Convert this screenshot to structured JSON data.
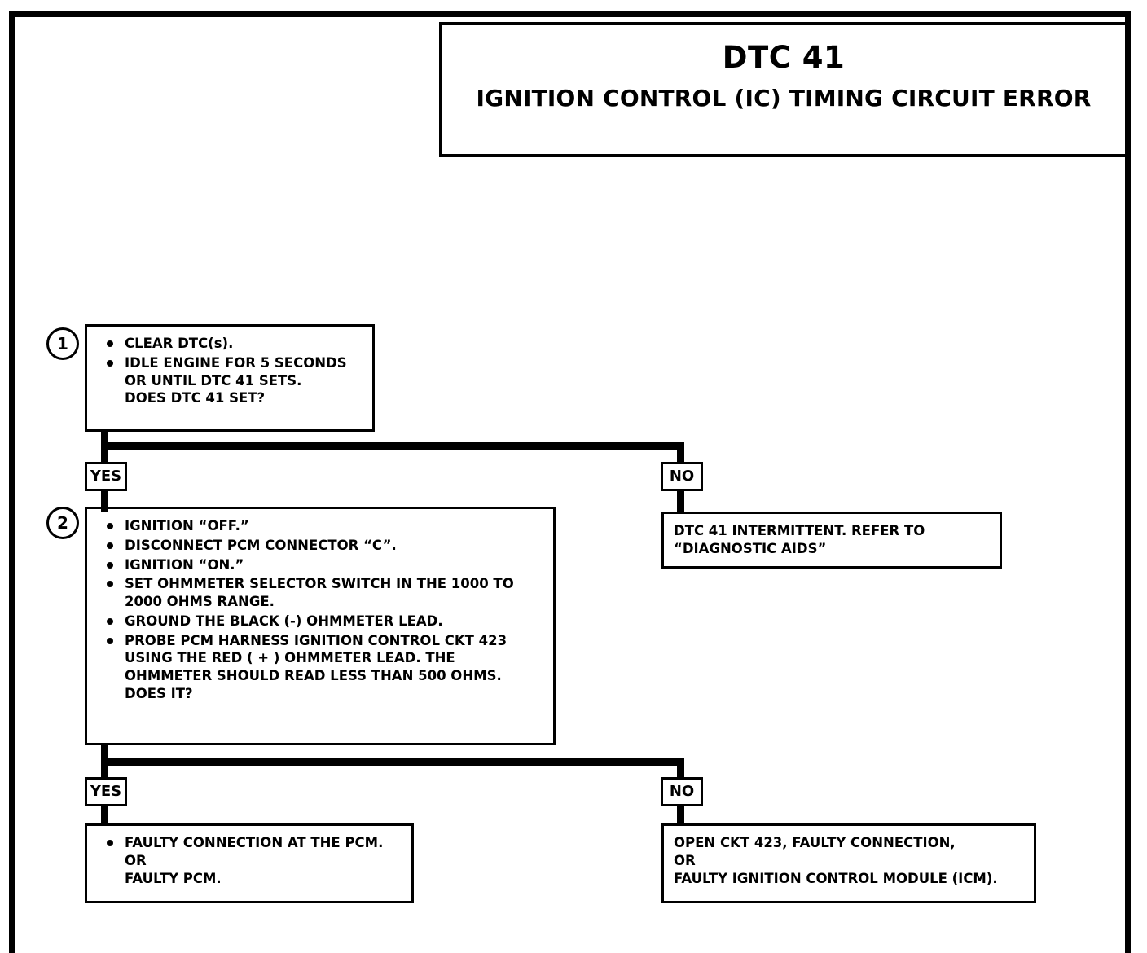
{
  "document": {
    "title_code": "DTC 41",
    "title_name": "IGNITION CONTROL (IC) TIMING CIRCUIT ERROR"
  },
  "steps": [
    {
      "number": "1",
      "bullets": [
        "CLEAR DTC(s).",
        "IDLE ENGINE FOR 5 SECONDS\nOR UNTIL DTC 41 SETS.\nDOES DTC 41 SET?"
      ]
    },
    {
      "number": "2",
      "bullets": [
        "IGNITION “OFF.”",
        "DISCONNECT PCM CONNECTOR “C”.",
        "IGNITION “ON.”",
        "SET OHMMETER SELECTOR SWITCH IN THE 1000 TO\n2000 OHMS RANGE.",
        "GROUND THE BLACK (-) OHMMETER LEAD.",
        "PROBE PCM HARNESS IGNITION CONTROL CKT 423\nUSING THE RED ( + ) OHMMETER LEAD.  THE\nOHMMETER SHOULD READ LESS THAN 500 OHMS.\nDOES IT?"
      ]
    }
  ],
  "branches": {
    "step1_yes": "YES",
    "step1_no": "NO",
    "step2_yes": "YES",
    "step2_no": "NO"
  },
  "results": {
    "step1_no_result": "DTC 41 INTERMITTENT.  REFER TO\n“DIAGNOSTIC AIDS”",
    "step2_yes_result": "FAULTY CONNECTION AT THE PCM.\nOR\nFAULTY PCM.",
    "step2_no_result": "OPEN CKT 423, FAULTY CONNECTION,\nOR\nFAULTY IGNITION CONTROL MODULE (ICM)."
  },
  "colors": {
    "ink": "#000000",
    "paper": "#ffffff"
  }
}
